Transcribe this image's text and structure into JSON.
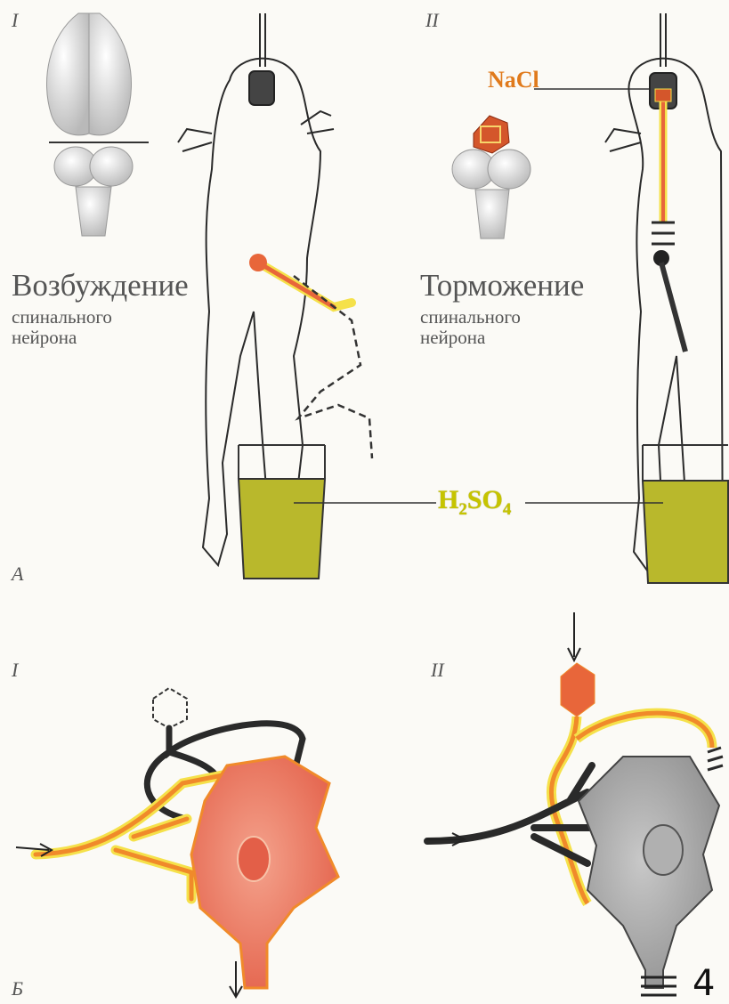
{
  "panel_a": {
    "label_i": "I",
    "label_ii": "II",
    "letter": "A",
    "excitation_title": "Возбуждение",
    "excitation_sub1": "спинального",
    "excitation_sub2": "нейрона",
    "inhibition_title": "Торможение",
    "inhibition_sub1": "спинального",
    "inhibition_sub2": "нейрона",
    "nacl": "NaCl",
    "acid_h": "H",
    "acid_2": "2",
    "acid_so": "SO",
    "acid_4": "4"
  },
  "panel_b": {
    "label_i": "I",
    "label_ii": "II",
    "letter": "Б"
  },
  "page_number": "4",
  "colors": {
    "excitation": "#e8663a",
    "fiber_orange": "#f08a2a",
    "fiber_yellow": "#f5e14a",
    "acid": "#b9b82c",
    "inhibited_cell": "#9a9a9a",
    "outline": "#2a2a2a"
  }
}
